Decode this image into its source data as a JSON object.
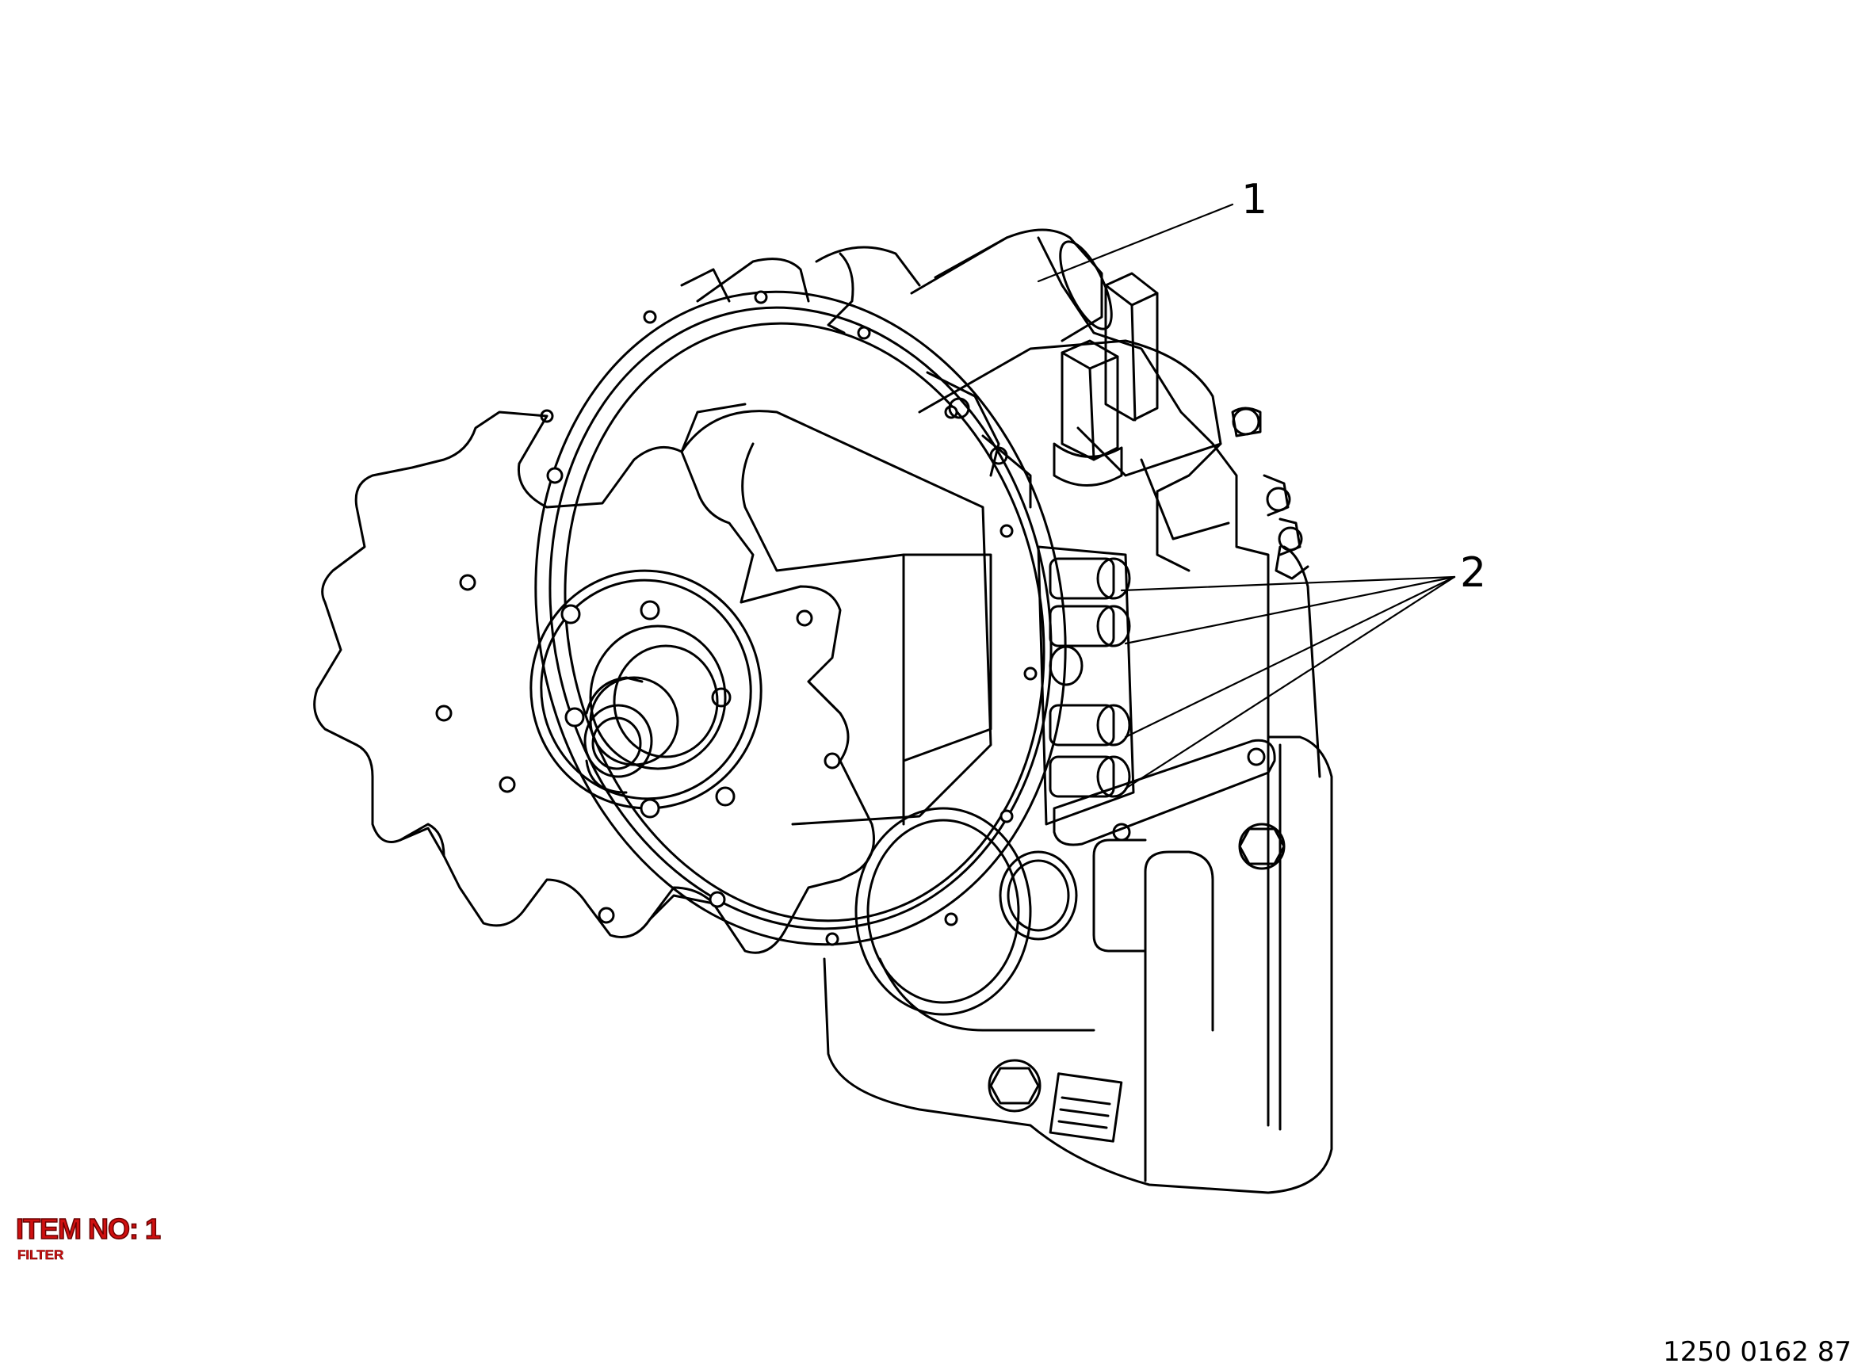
{
  "callouts": [
    {
      "label": "1"
    },
    {
      "label": "2"
    }
  ],
  "item_block": {
    "title": "ITEM NO: 1",
    "subtitle": "FILTER",
    "color": "#d01010"
  },
  "drawing_number": "1250 0162 87"
}
